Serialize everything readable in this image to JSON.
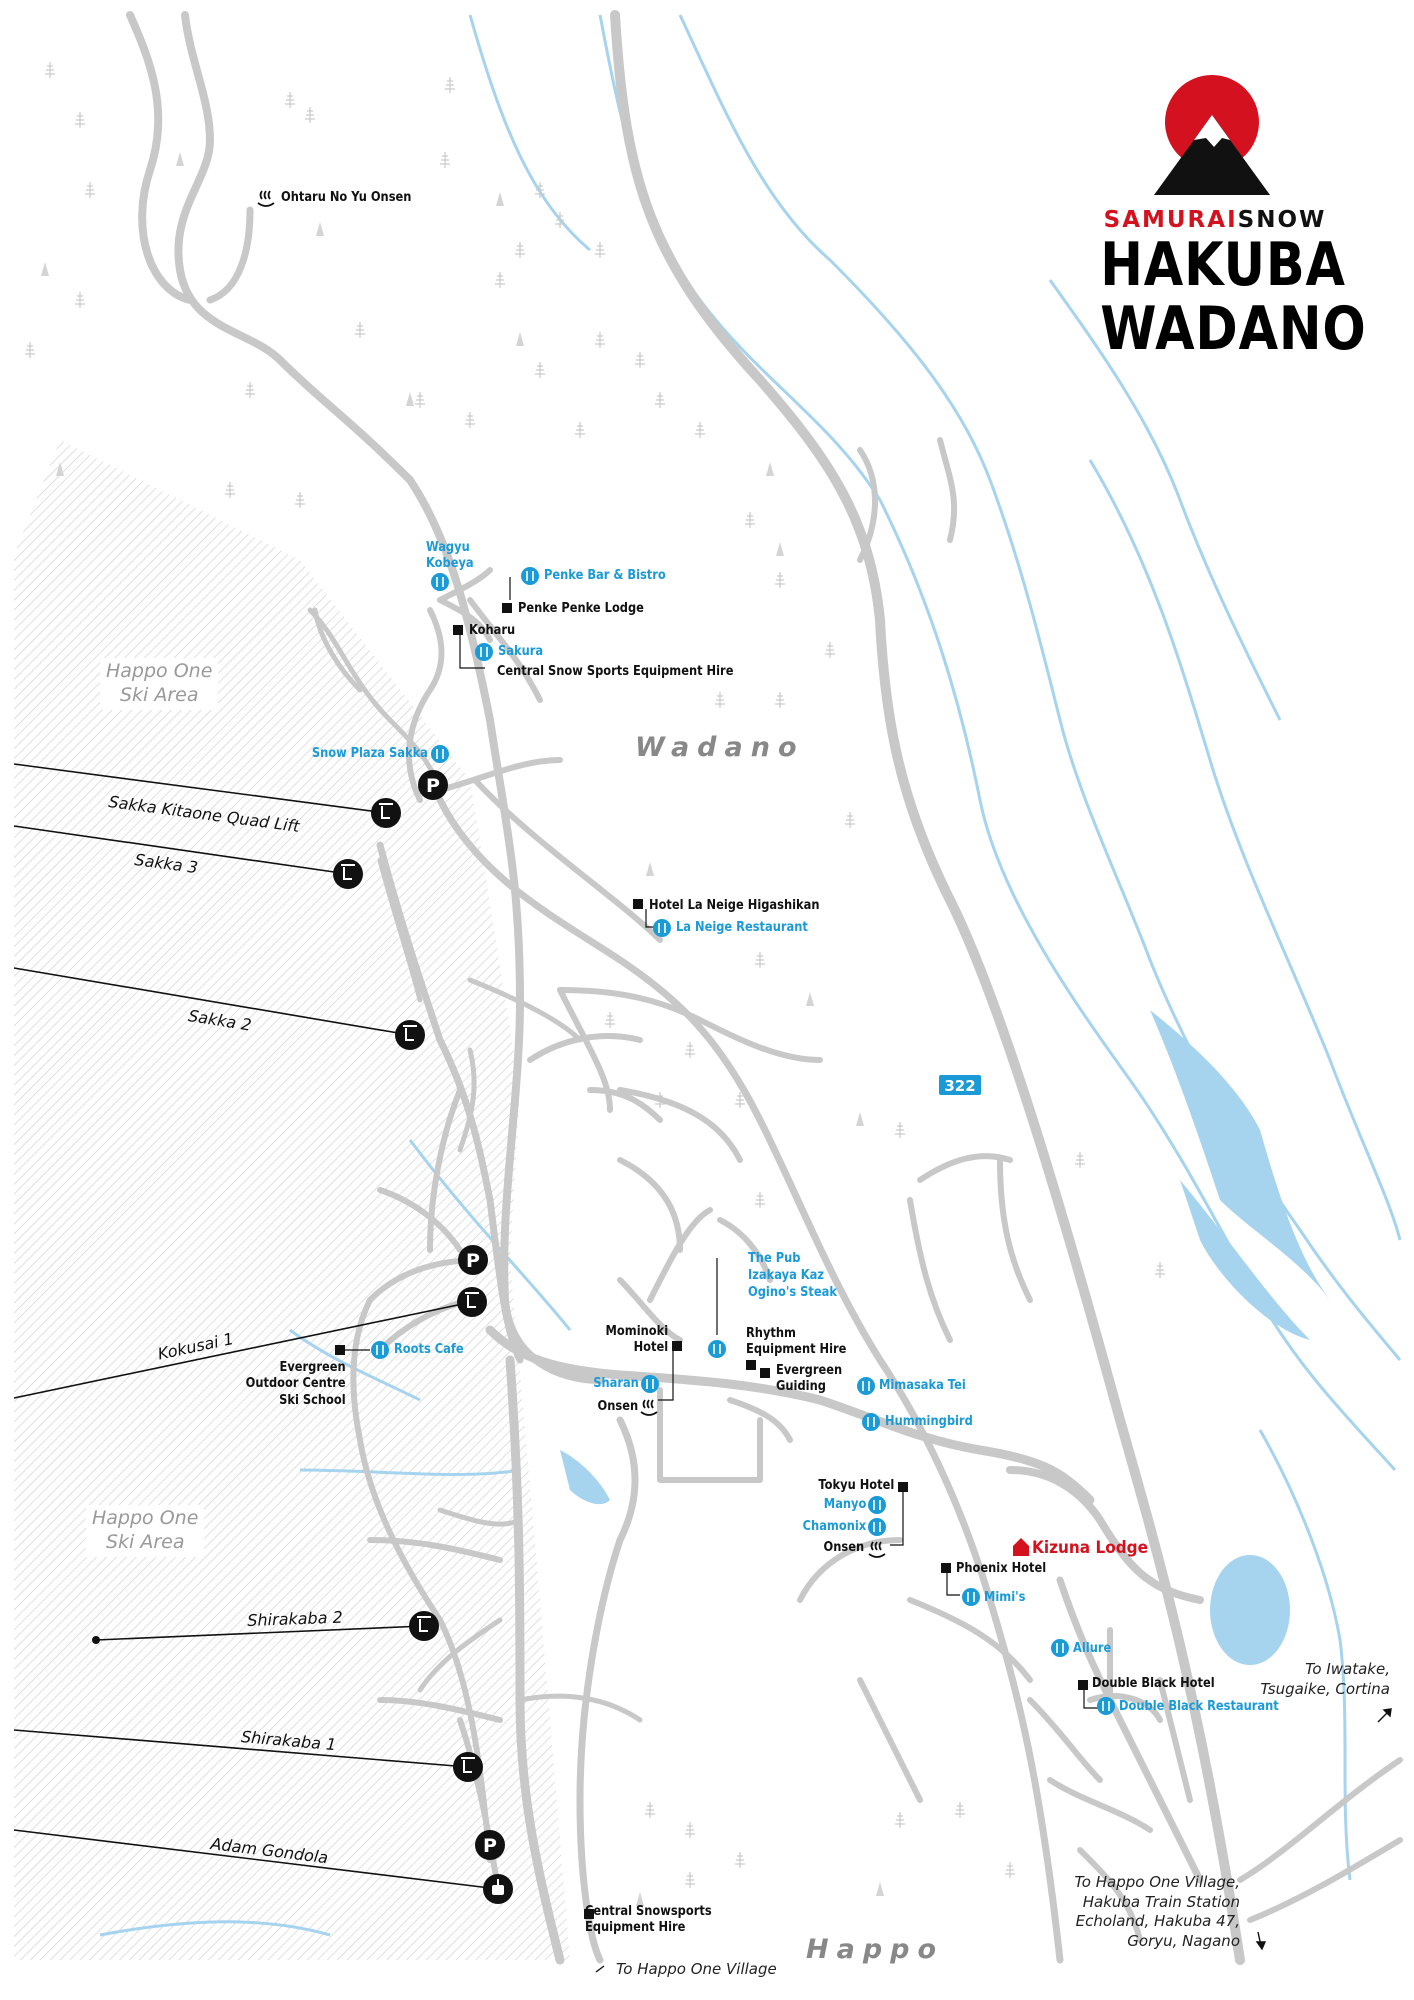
{
  "brand": {
    "samurai": "SAMURAI",
    "snow": "SNOW",
    "title_line1": "HAKUBA",
    "title_line2": "WADANO",
    "colors": {
      "red": "#d4121f",
      "black": "#000000"
    }
  },
  "map_colors": {
    "road": "#c8c8c8",
    "river": "#a6d3ee",
    "river_line": "#7fc0e8",
    "restaurant": "#1a9ad6",
    "accent": "#d4121f",
    "ski_hatch": "#cfcfcf"
  },
  "route_shield": "322",
  "towns": {
    "wadano": "Wadano",
    "happo": "Happo"
  },
  "ski_areas": [
    {
      "line1": "Happo One",
      "line2": "Ski Area"
    },
    {
      "line1": "Happo One",
      "line2": "Ski Area"
    }
  ],
  "lifts": {
    "sakka_kitaone": "Sakka Kitaone Quad Lift",
    "sakka3": "Sakka 3",
    "sakka2": "Sakka 2",
    "kokusai1": "Kokusai 1",
    "shirakaba2": "Shirakaba 2",
    "shirakaba1": "Shirakaba 1",
    "adam": "Adam Gondola"
  },
  "parking_symbol": "P",
  "onsen": {
    "ohtaru": "Ohtaru No Yu Onsen"
  },
  "places": {
    "wagyu_kobeya": "Wagyu Kobeya",
    "penke_bar": "Penke Bar & Bistro",
    "penke_lodge": "Penke Penke Lodge",
    "koharu": "Koharu",
    "sakura": "Sakura",
    "central_snow": "Central Snow Sports Equipment Hire",
    "snow_plaza": "Snow Plaza Sakka",
    "hotel_la_neige": "Hotel La Neige Higashikan",
    "la_neige_rest": "La Neige Restaurant",
    "the_pub": "The Pub",
    "izakaya": "Izakaya Kaz",
    "ogino": "Ogino's Steak",
    "mominoki": "Mominoki",
    "mominoki2": "Hotel",
    "rhythm1": "Rhythm",
    "rhythm2": "Equipment Hire",
    "sharan": "Sharan",
    "onsen1": "Onsen",
    "evergreen_guiding1": "Evergreen",
    "evergreen_guiding2": "Guiding",
    "mimasaka": "Mimasaka Tei",
    "hummingbird": "Hummingbird",
    "roots": "Roots Cafe",
    "evergreen_oc1": "Evergreen",
    "evergreen_oc2": "Outdoor Centre",
    "evergreen_oc3": "Ski School",
    "tokyu": "Tokyu Hotel",
    "manyo": "Manyo",
    "chamonix": "Chamonix",
    "onsen2": "Onsen",
    "kizuna": "Kizuna Lodge",
    "phoenix": "Phoenix Hotel",
    "mimis": "Mimi's",
    "allure": "Allure",
    "double_black_hotel": "Double Black Hotel",
    "double_black_rest": "Double Black Restaurant",
    "central_snowsports1": "Central Snowsports",
    "central_snowsports2": "Equipment Hire"
  },
  "directions": {
    "to_happo_village": "To Happo One Village",
    "iwatake1": "To Iwatake,",
    "iwatake2": "Tsugaike, Cortina",
    "south1": "To Happo One Village,",
    "south2": "Hakuba Train Station",
    "south3": "Echoland, Hakuba 47,",
    "south4": "Goryu, Nagano"
  }
}
